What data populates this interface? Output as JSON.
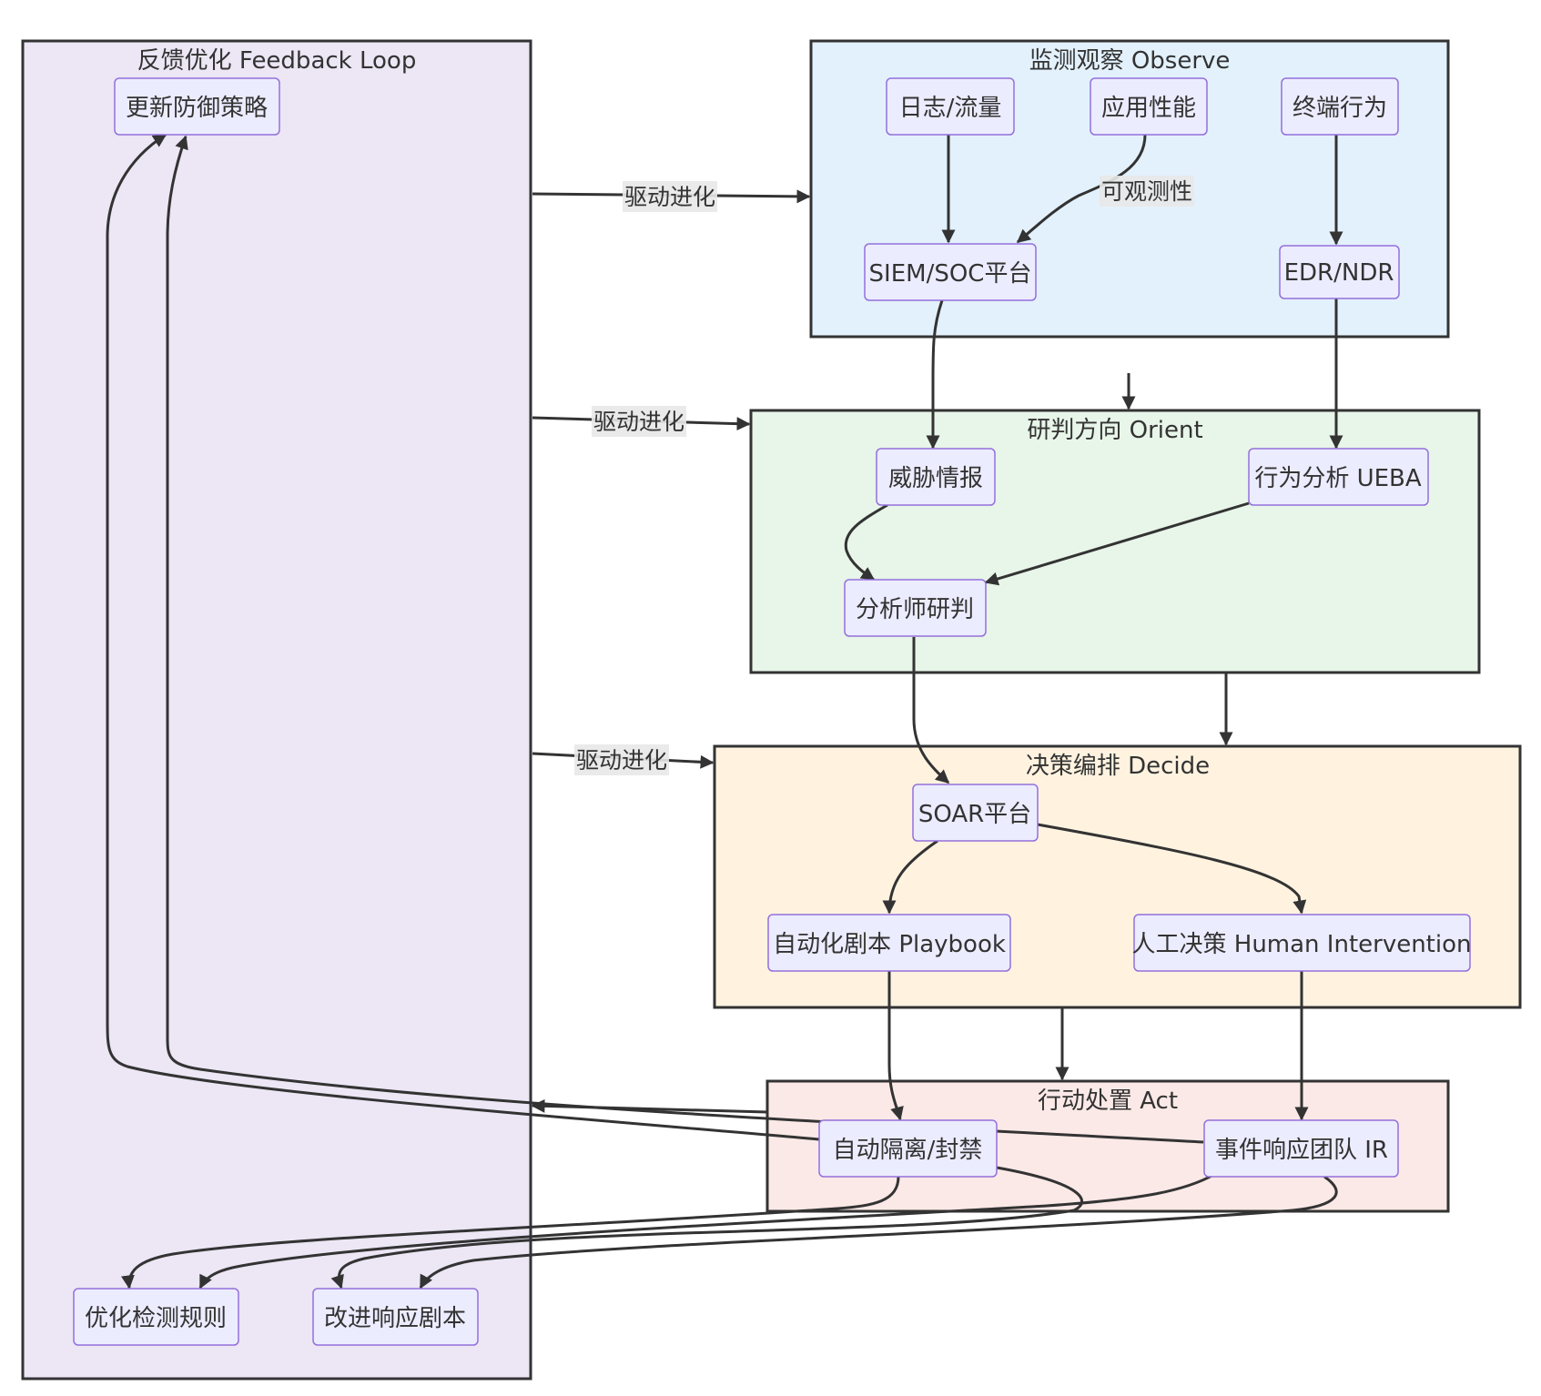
{
  "clusters": {
    "feedback": {
      "title": "反馈优化 Feedback Loop",
      "fill": "#ECE6F5"
    },
    "observe": {
      "title": "监测观察 Observe",
      "fill": "#E3F1FC"
    },
    "orient": {
      "title": "研判方向 Orient",
      "fill": "#E8F5E9"
    },
    "decide": {
      "title": "决策编排 Decide",
      "fill": "#FFF3E0"
    },
    "act": {
      "title": "行动处置 Act",
      "fill": "#FBE9E7"
    }
  },
  "nodes": {
    "update_policy": "更新防御策略",
    "logs_traffic": "日志/流量",
    "app_perf": "应用性能",
    "endpoint_behavior": "终端行为",
    "siem_soc": "SIEM/SOC平台",
    "edr_ndr": "EDR/NDR",
    "threat_intel": "威胁情报",
    "ueba": "行为分析 UEBA",
    "analyst": "分析师研判",
    "soar": "SOAR平台",
    "playbook": "自动化剧本 Playbook",
    "human": "人工决策 Human Intervention",
    "auto_isolate": "自动隔离/封禁",
    "ir_team": "事件响应团队 IR",
    "optimize_rules": "优化检测规则",
    "improve_playbook": "改进响应剧本"
  },
  "edge_labels": {
    "observability": "可观测性",
    "drive_evolution": "驱动进化"
  },
  "colors": {
    "node_fill": "#ECECFF",
    "node_stroke": "#9370DB",
    "line": "#333333"
  }
}
